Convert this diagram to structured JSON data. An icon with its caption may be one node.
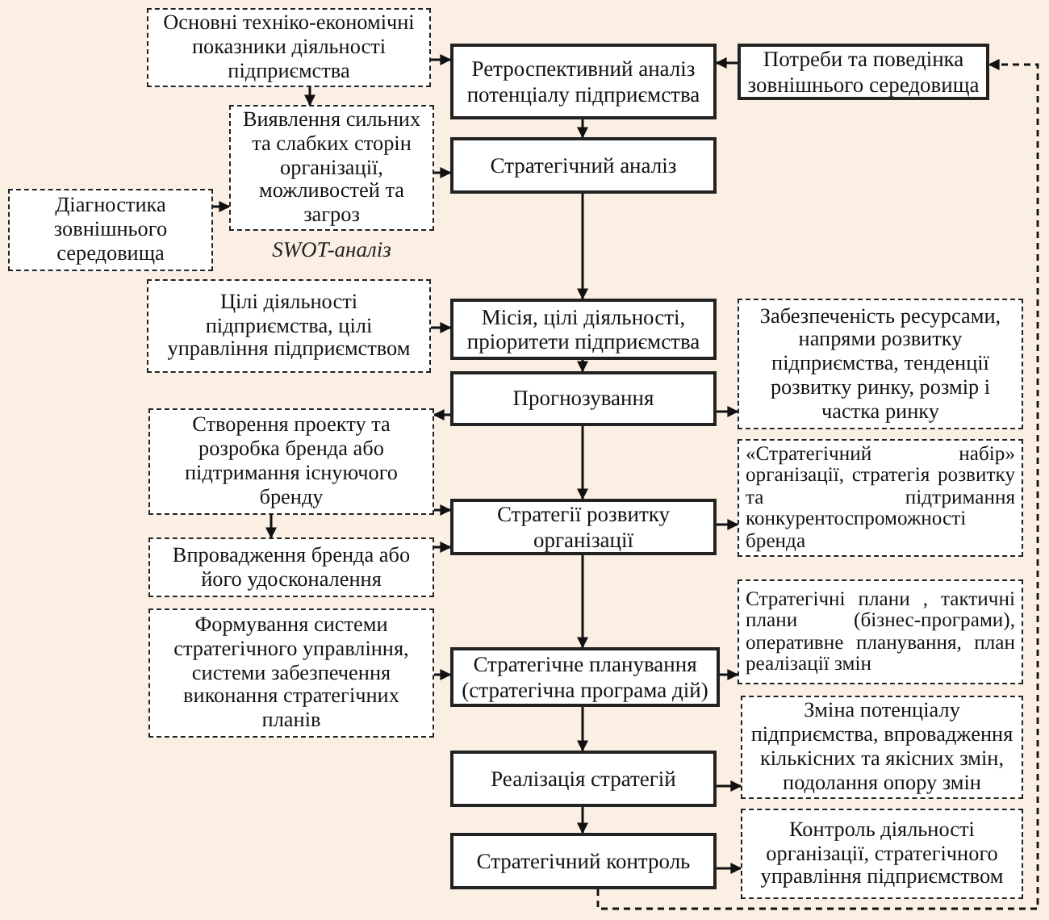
{
  "diagram": {
    "nodes": [
      {
        "text": [
          "Ретроспективний аналіз потенціалу підприємства"
        ]
      },
      {
        "text": [
          "Стратегічний аналіз"
        ]
      },
      {
        "text": [
          "Місія, цілі діяльності, пріоритети підприємства"
        ]
      },
      {
        "text": [
          "Прогнозування"
        ]
      },
      {
        "text": [
          "Стратегії розвитку організації"
        ]
      },
      {
        "text": [
          "Стратегічне планування (стратегічна програма дій)"
        ]
      },
      {
        "text": [
          "Реалізація стратегій"
        ]
      },
      {
        "text": [
          "Стратегічний контроль"
        ]
      },
      {
        "text": [
          "Основні техніко-економічні показники діяльності підприємства"
        ]
      },
      {
        "text": [
          "Виявлення сильних та слабких сторін організації, можливостей та загроз"
        ],
        "beside": [
          "SWOT-аналіз"
        ]
      },
      {
        "text": [
          "Діагностика зовнішнього середовища"
        ]
      },
      {
        "text": [
          "Цілі діяльності підприємства, цілі управління підприємством"
        ]
      },
      {
        "text": [
          "Створення проекту та розробка бренда або підтримання існуючого бренду"
        ]
      },
      {
        "text": [
          "Впровадження бренда або його удосконалення"
        ]
      },
      {
        "text": [
          "Формування системи стратегічного управління, системи забезпечення виконання стратегічних планів"
        ]
      },
      {
        "text": [
          "Потреби та поведінка зовнішнього середовища"
        ]
      },
      {
        "text": [
          "Забезпеченість ресурсами, напрями розвитку підприємства, тенденції розвитку ринку, розмір і частка ринку"
        ]
      },
      {
        "text": [
          "«Стратегічний набір» організації, стратегія розвитку та підтримання конкурентоспроможності бренда"
        ]
      },
      {
        "text": [
          "Стратегічні плани , тактичні плани (бізнес-програми), оперативне планування, план реалізації змін"
        ]
      },
      {
        "text": [
          "Зміна потенціалу підприємства, впровадження кількісних та якісних змін, подолання опору змін"
        ]
      },
      {
        "text": [
          "Контроль діяльності організації, стратегічного управління підприємством"
        ]
      }
    ],
    "edges": [
      {
        "from": 8,
        "to": 0,
        "arrow": "to"
      },
      {
        "from": 8,
        "to": 9,
        "arrow": "to"
      },
      {
        "from": 10,
        "to": 9,
        "arrow": "to"
      },
      {
        "from": 9,
        "to": 1,
        "arrow": "to"
      },
      {
        "from": 15,
        "to": 0,
        "arrow": "to"
      },
      {
        "from": 0,
        "to": 1,
        "arrow": "to"
      },
      {
        "from": 1,
        "to": 2,
        "arrow": "to"
      },
      {
        "from": 11,
        "to": 2,
        "arrow": "to"
      },
      {
        "from": 2,
        "to": 3,
        "arrow": "to"
      },
      {
        "from": 3,
        "to": 12,
        "arrow": "to"
      },
      {
        "from": 12,
        "to": 13,
        "arrow": "to"
      },
      {
        "from": 12,
        "to": 4,
        "arrow": "to"
      },
      {
        "from": 13,
        "to": 4,
        "arrow": "to"
      },
      {
        "from": 3,
        "to": 16,
        "arrow": "to"
      },
      {
        "from": 3,
        "to": 4,
        "arrow": "to"
      },
      {
        "from": 4,
        "to": 17,
        "arrow": "to"
      },
      {
        "from": 4,
        "to": 5,
        "arrow": "to"
      },
      {
        "from": 14,
        "to": 5,
        "arrow": "to"
      },
      {
        "from": 5,
        "to": 18,
        "arrow": "to"
      },
      {
        "from": 5,
        "to": 6,
        "arrow": "to"
      },
      {
        "from": 6,
        "to": 19,
        "arrow": "to"
      },
      {
        "from": 6,
        "to": 7,
        "arrow": "to"
      },
      {
        "from": 7,
        "to": 20,
        "arrow": "to"
      },
      {
        "from": 7,
        "to": 15,
        "arrow": "to",
        "style": "dashed"
      }
    ]
  }
}
